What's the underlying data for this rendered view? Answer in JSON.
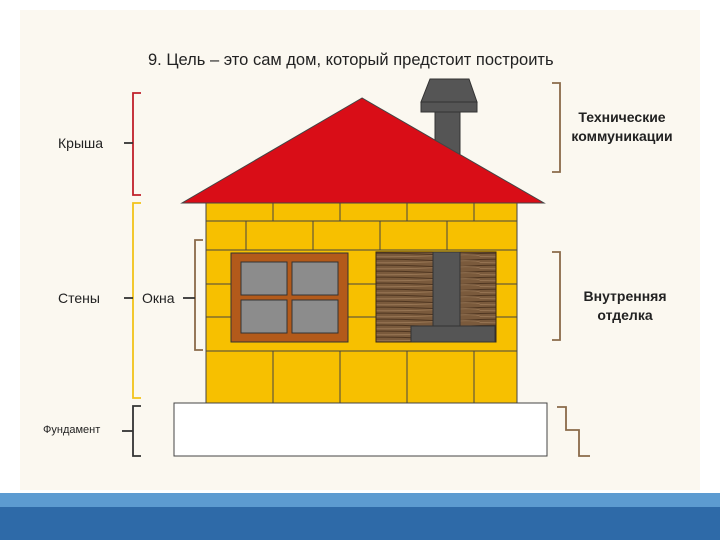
{
  "title": "9. Цель – это сам дом, который предстоит построить",
  "labels": {
    "roof": "Крыша",
    "walls": "Стены",
    "windows": "Окна",
    "foundation": "Фундамент",
    "utilities_line1": "Технические",
    "utilities_line2": "коммуникации",
    "interior_line1": "Внутренняя",
    "interior_line2": "отделка"
  },
  "colors": {
    "roof": "#d90d17",
    "wall": "#f7c000",
    "window_frame": "#b35a1a",
    "glass": "#8c8c8c",
    "chimney": "#555555",
    "wood_panel": "#7a5a3c",
    "bracket_red": "#c0202a",
    "bracket_yellow": "#f2c21a",
    "bracket_brown": "#8a6a4a",
    "bottom_bar_light": "#5c9bd1",
    "bottom_bar_dark": "#2e6aa8"
  }
}
